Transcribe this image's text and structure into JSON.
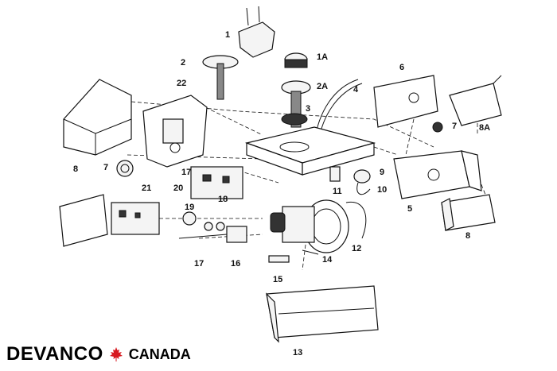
{
  "parts": [
    {
      "id": "p1",
      "label": "1"
    },
    {
      "id": "p1a",
      "label": "1A"
    },
    {
      "id": "p2",
      "label": "2"
    },
    {
      "id": "p2a",
      "label": "2A"
    },
    {
      "id": "p3",
      "label": "3"
    },
    {
      "id": "p4",
      "label": "4"
    },
    {
      "id": "p5",
      "label": "5"
    },
    {
      "id": "p6",
      "label": "6"
    },
    {
      "id": "p7a",
      "label": "7"
    },
    {
      "id": "p7b",
      "label": "7"
    },
    {
      "id": "p8a",
      "label": "8"
    },
    {
      "id": "p8b",
      "label": "8"
    },
    {
      "id": "p8A",
      "label": "8A"
    },
    {
      "id": "p9",
      "label": "9"
    },
    {
      "id": "p10",
      "label": "10"
    },
    {
      "id": "p11",
      "label": "11"
    },
    {
      "id": "p12",
      "label": "12"
    },
    {
      "id": "p13",
      "label": "13"
    },
    {
      "id": "p14",
      "label": "14"
    },
    {
      "id": "p15",
      "label": "15"
    },
    {
      "id": "p16",
      "label": "16"
    },
    {
      "id": "p17a",
      "label": "17"
    },
    {
      "id": "p17b",
      "label": "17"
    },
    {
      "id": "p18",
      "label": "18"
    },
    {
      "id": "p19",
      "label": "19"
    },
    {
      "id": "p20",
      "label": "20"
    },
    {
      "id": "p21",
      "label": "21"
    },
    {
      "id": "p22",
      "label": "22"
    }
  ],
  "brand": {
    "name": "DEVANCO",
    "country": "CANADA",
    "accent_color": "#d71920"
  }
}
